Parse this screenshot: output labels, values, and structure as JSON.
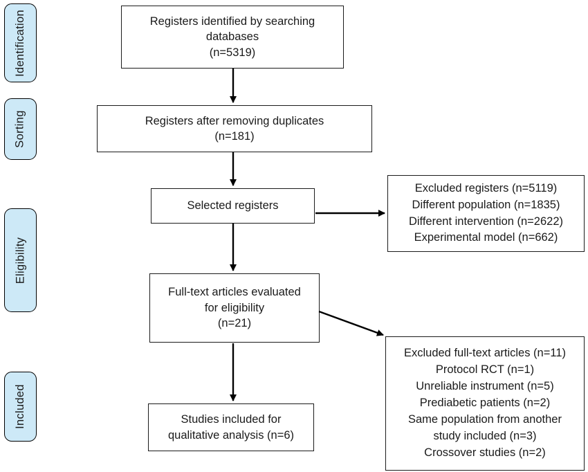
{
  "palette": {
    "stage_fill": "#cde9f7",
    "stage_border": "#000000",
    "box_border": "#1a1a1a",
    "arrow": "#000000",
    "background": "#ffffff"
  },
  "stages": [
    {
      "label": "Identification"
    },
    {
      "label": "Sorting"
    },
    {
      "label": "Eligibility"
    },
    {
      "label": "Included"
    }
  ],
  "flow": {
    "identified": "Registers identified by searching\ndatabases\n(n=5319)",
    "deduplicated": "Registers after removing duplicates\n(n=181)",
    "selected": "Selected registers",
    "fulltext": "Full-text articles evaluated\nfor eligibility\n(n=21)",
    "included": "Studies included for\nqualitative analysis (n=6)"
  },
  "exclusions": {
    "registers": "Excluded registers (n=5119)\nDifferent population (n=1835)\nDifferent intervention (n=2622)\nExperimental model (n=662)",
    "fulltext": "Excluded full-text articles (n=11)\nProtocol RCT (n=1)\nUnreliable instrument (n=5)\nPrediabetic patients (n=2)\nSame population from another\nstudy included (n=3)\nCrossover studies (n=2)"
  }
}
